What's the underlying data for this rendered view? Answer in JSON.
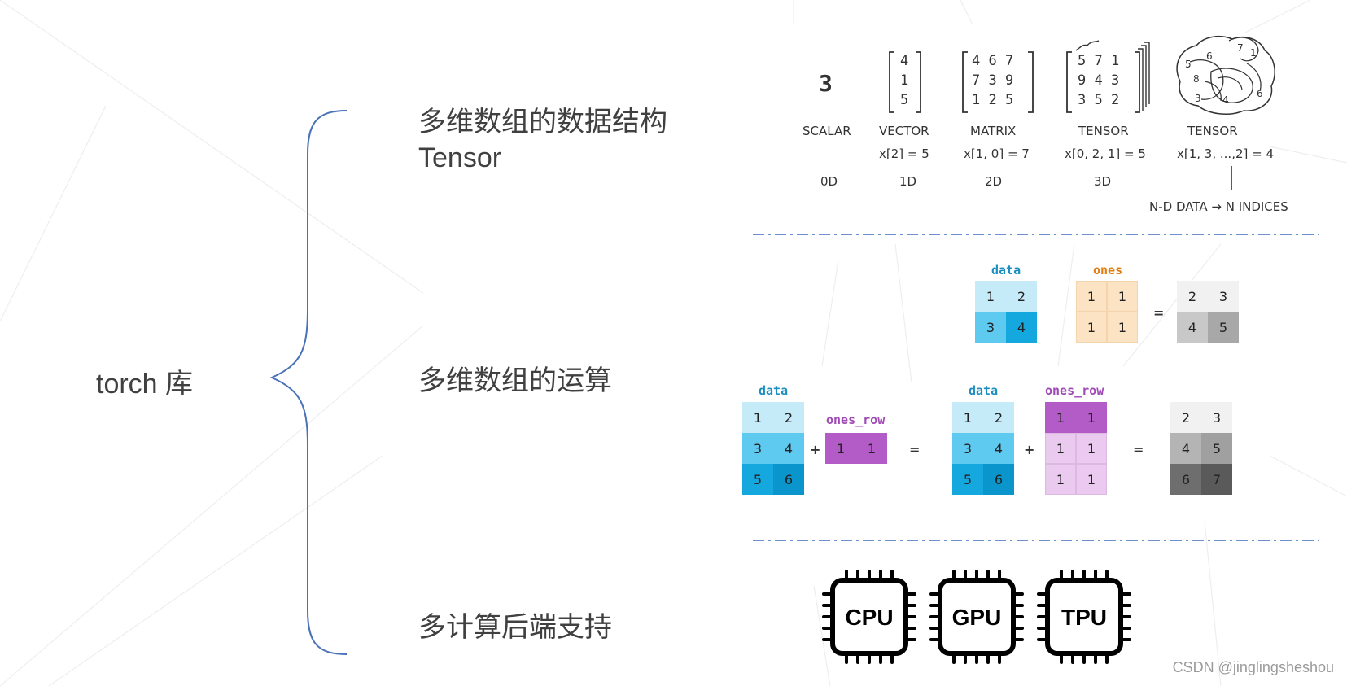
{
  "root": {
    "label": "torch 库"
  },
  "branches": [
    {
      "line1": "多维数组的数据结构",
      "line2": "Tensor"
    },
    {
      "line1": "多维数组的运算"
    },
    {
      "line1": "多计算后端支持"
    }
  ],
  "tensor_panel": {
    "scalar": {
      "value": "3",
      "name": "SCALAR",
      "dim": "0D"
    },
    "vector": {
      "values": [
        "4",
        "1",
        "5"
      ],
      "name": "VECTOR",
      "index": "x[2] = 5",
      "dim": "1D"
    },
    "matrix": {
      "rows": [
        "4 6 7",
        "7 3 9",
        "1 2 5"
      ],
      "name": "MATRIX",
      "index": "x[1, 0] = 7",
      "dim": "2D"
    },
    "tensor3d": {
      "rows": [
        "5 7 1",
        "9 4 3",
        "3 5 2"
      ],
      "name": "TENSOR",
      "index": "x[0, 2, 1] = 5",
      "dim": "3D"
    },
    "tensornd": {
      "digits": [
        "5",
        "6",
        "8",
        "7",
        "4",
        "6",
        "1",
        "3"
      ],
      "name": "TENSOR",
      "index": "x[1, 3, ...,2] = 4",
      "note": "N-D DATA → N INDICES"
    }
  },
  "ops_panel": {
    "top": {
      "a": {
        "label": "data",
        "cells": [
          "1",
          "2",
          "3",
          "4"
        ]
      },
      "b": {
        "label": "ones",
        "cells": [
          "1",
          "1",
          "1",
          "1"
        ]
      },
      "eq": "=",
      "result": {
        "cells": [
          "2",
          "3",
          "4",
          "5"
        ]
      }
    },
    "bottom": {
      "a": {
        "label": "data",
        "cells": [
          "1",
          "2",
          "3",
          "4",
          "5",
          "6"
        ]
      },
      "plus": "+",
      "row": {
        "label": "ones_row",
        "cells": [
          "1",
          "1"
        ]
      },
      "eq": "=",
      "a2": {
        "label": "data",
        "cells": [
          "1",
          "2",
          "3",
          "4",
          "5",
          "6"
        ]
      },
      "plus2": "+",
      "b2": {
        "label": "ones_row",
        "cells": [
          "1",
          "1",
          "1",
          "1",
          "1",
          "1"
        ]
      },
      "eq2": "=",
      "result": {
        "cells": [
          "2",
          "3",
          "4",
          "5",
          "6",
          "7"
        ]
      }
    }
  },
  "backend_panel": {
    "chips": [
      "CPU",
      "GPU",
      "TPU"
    ]
  },
  "watermark": "CSDN @jinglingsheshou",
  "colors": {
    "brace": "#4a72b8",
    "divider": "#3b6cc4",
    "data_light": "#c6ebf8",
    "data_mid": "#5fcaef",
    "data_dark": "#14a8df",
    "ones": "#fce3c4",
    "ones_row_dark": "#b35cc8",
    "ones_row_light": "#ebcaef",
    "data_label": "#1a8fc0",
    "ones_label": "#e07e10",
    "ones_row_label": "#a04ab5"
  }
}
